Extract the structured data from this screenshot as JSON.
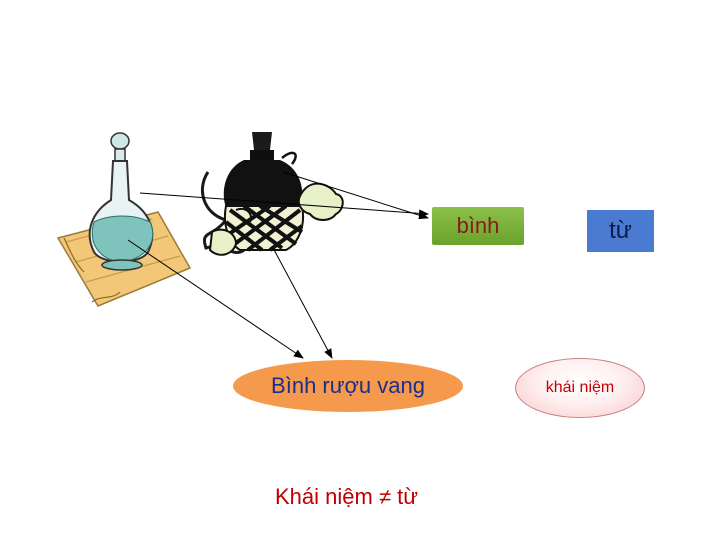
{
  "word_box_binh": "bình",
  "word_box_tu": "từ",
  "concept_oval": "Bình rượu vang",
  "concept_label_oval": "khái niệm",
  "caption": "Khái niệm ≠ từ",
  "colors": {
    "word_binh_bg": "#7bb33a",
    "word_tu_bg": "#4a7bd0",
    "concept_oval_bg": "#f59a4c",
    "concept_label_bg": "#fbd4d4",
    "caption_text": "#c00000"
  },
  "icons": [
    "decanter-icon",
    "wine-jug-icon"
  ]
}
